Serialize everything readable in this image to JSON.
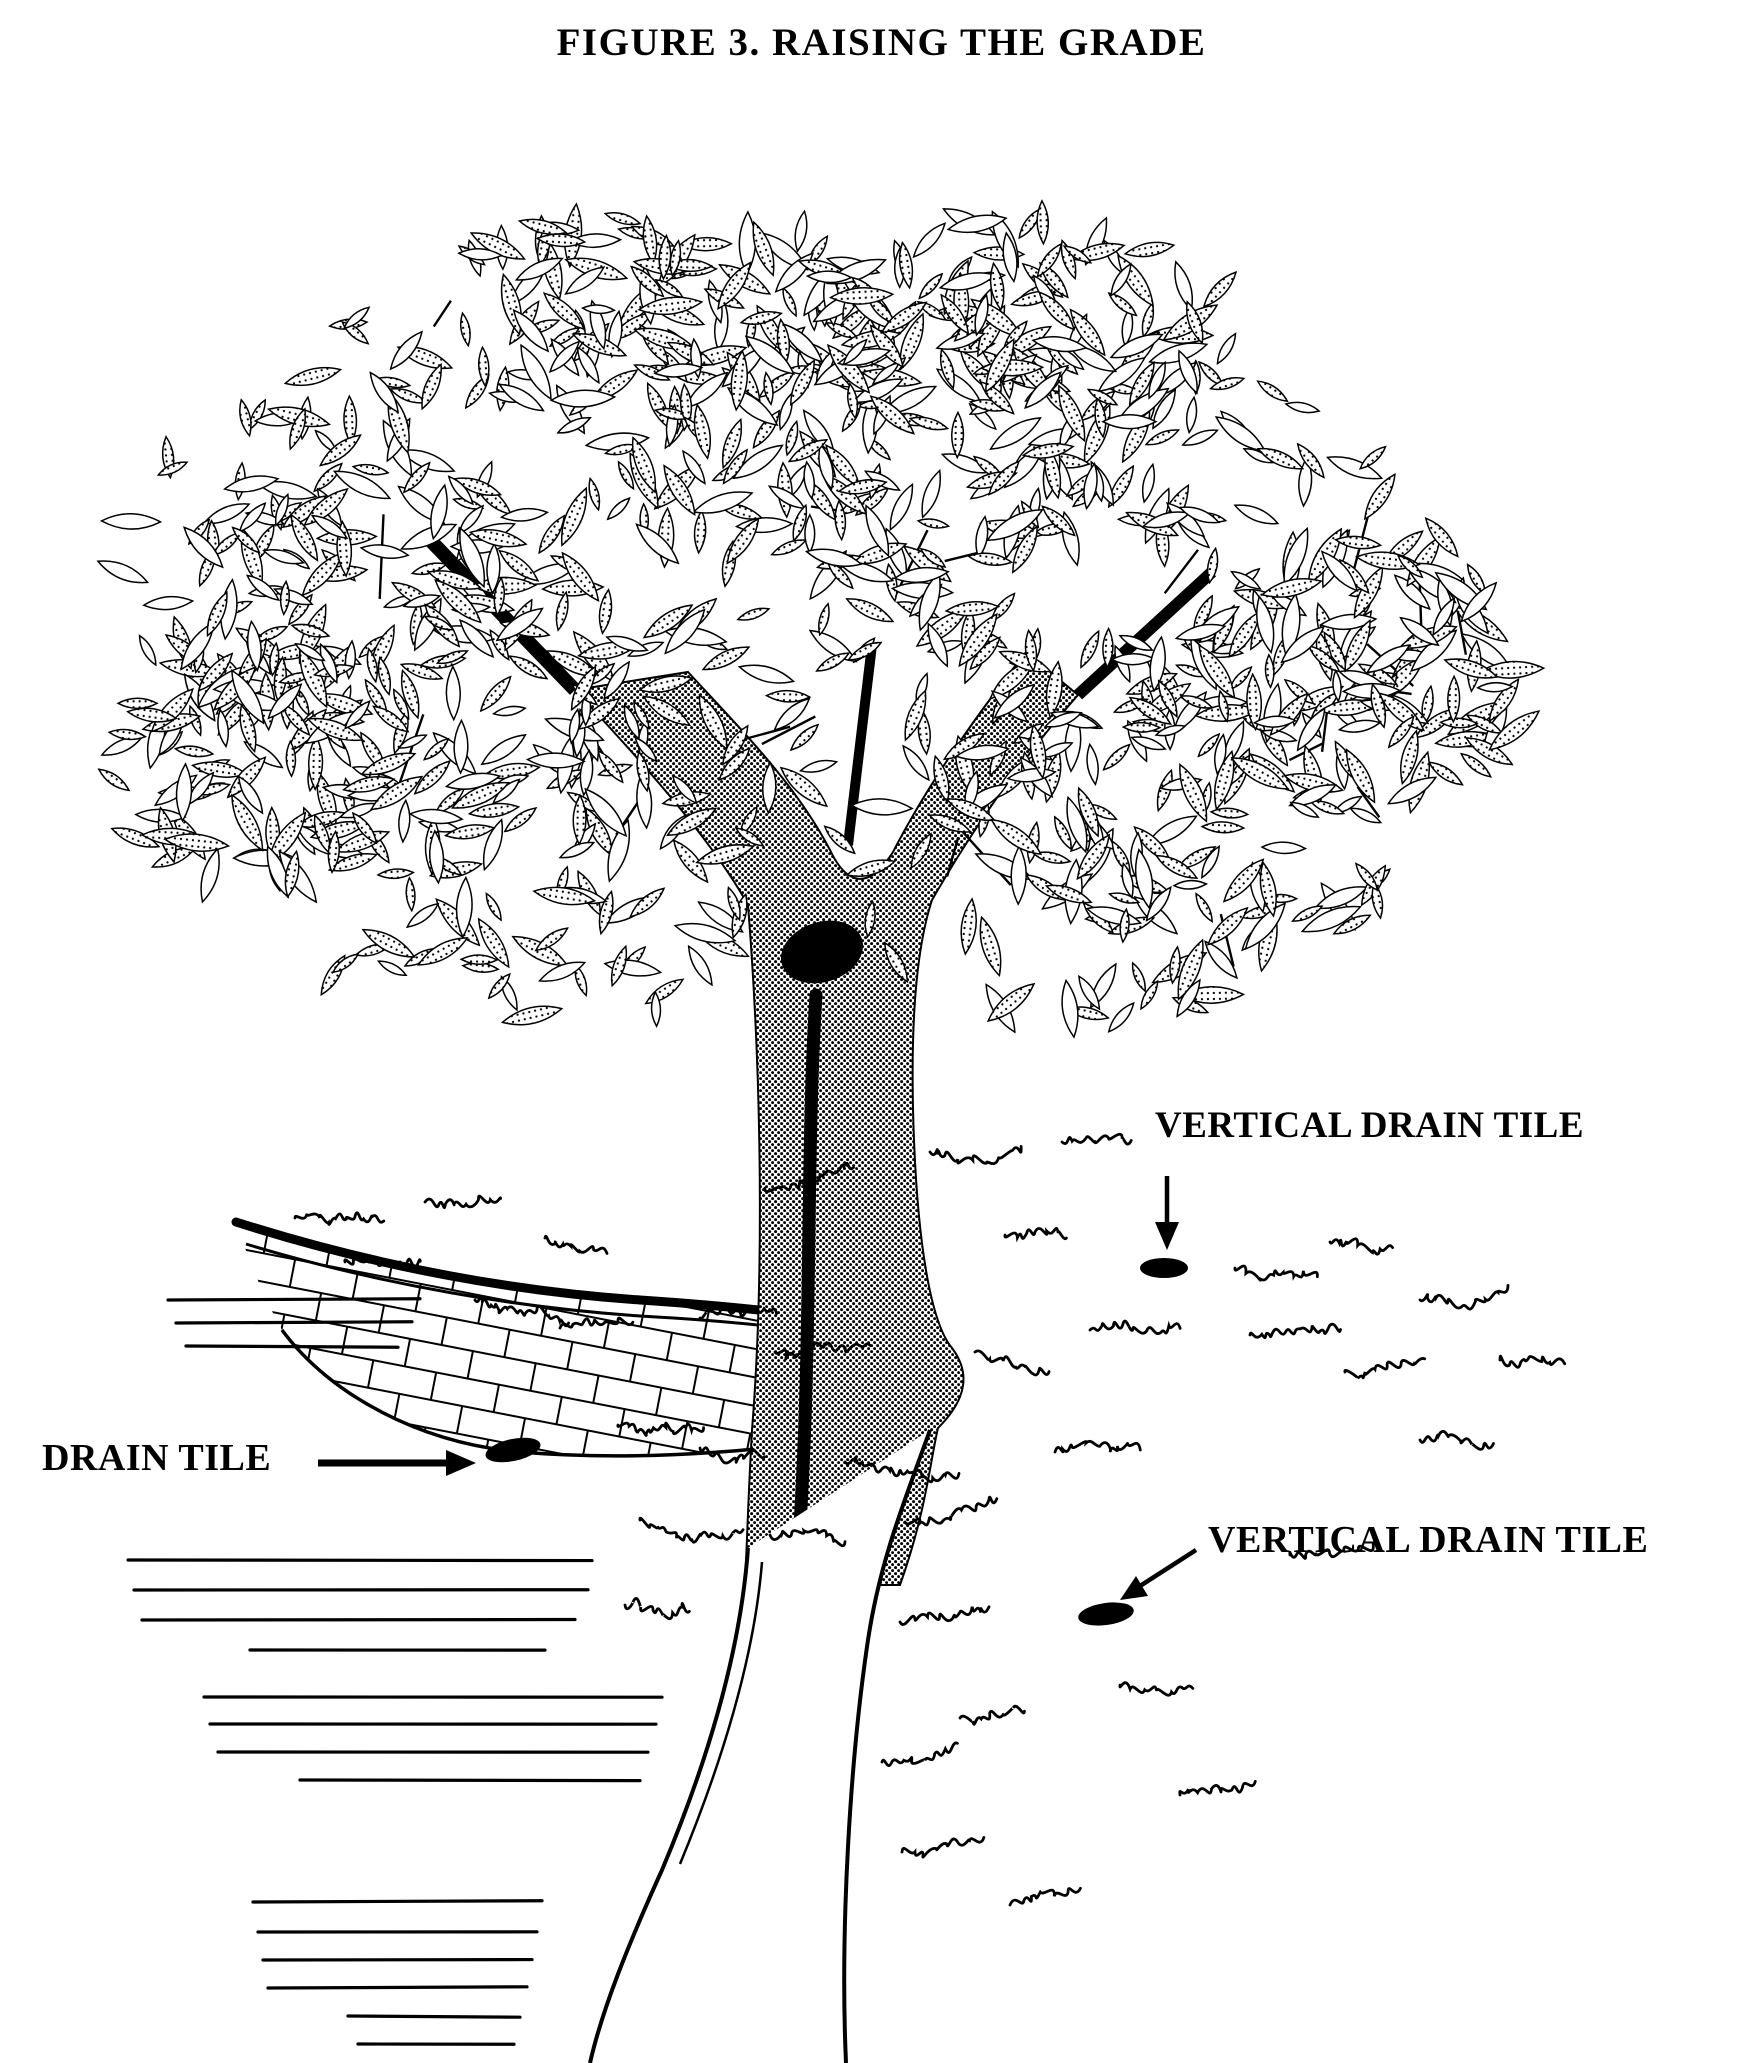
{
  "figure": {
    "title": "FIGURE 3. RAISING THE GRADE"
  },
  "labels": {
    "vertical_drain_tile_upper": "VERTICAL DRAIN TILE",
    "drain_tile": "DRAIN TILE",
    "vertical_drain_tile_lower": "VERTICAL DRAIN TILE"
  },
  "colors": {
    "ink": "#000000",
    "paper": "#ffffff"
  }
}
